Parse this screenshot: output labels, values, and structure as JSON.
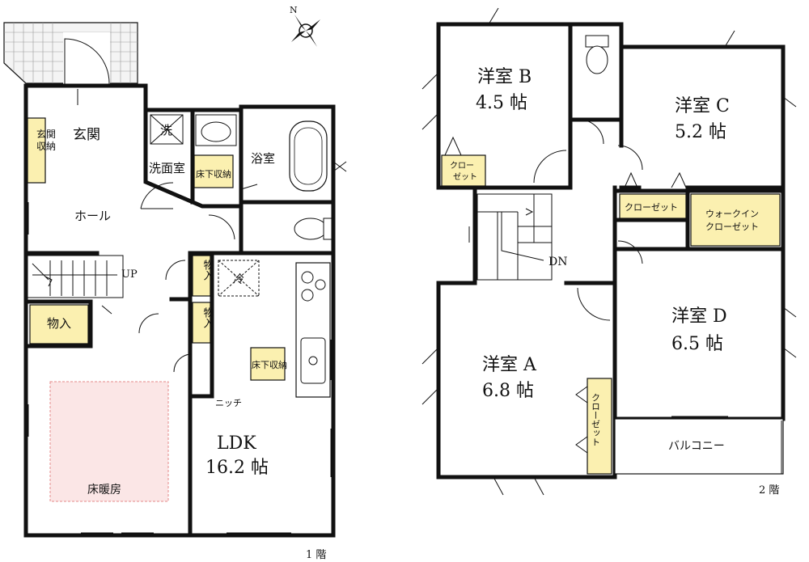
{
  "floor1": {
    "floor_label": "1 階",
    "rooms": {
      "genkan": "玄関",
      "genkan_storage": "玄関\n収納",
      "wash_icon": "洗",
      "senmenshitsu": "洗面室",
      "underfloor1": "床下収納",
      "yokushitsu": "浴室",
      "hall": "ホール",
      "up": "UP",
      "storage_left": "物入",
      "storage_mid1": "物入",
      "storage_mid2": "物入",
      "fridge": "冷",
      "underfloor2": "床下収納",
      "niche": "ニッチ",
      "ldk_name": "LDK",
      "ldk_size": "16.2 帖",
      "floor_heating": "床暖房"
    }
  },
  "floor2": {
    "floor_label": "2 階",
    "rooms": {
      "room_b_name": "洋室 B",
      "room_b_size": "4.5 帖",
      "closet_b": "クロー\nゼット",
      "room_c_name": "洋室 C",
      "room_c_size": "5.2 帖",
      "closet_c": "クローゼット",
      "walkin": "ウォークイン\nクローゼット",
      "dn": "DN",
      "room_a_name": "洋室 A",
      "room_a_size": "6.8 帖",
      "closet_a": "クローゼット",
      "room_d_name": "洋室 D",
      "room_d_size": "6.5 帖",
      "balcony": "バルコニー"
    }
  },
  "compass": {
    "north_label": "N"
  },
  "colors": {
    "storage_fill": "#fbf0b0",
    "heating_fill": "#fbe6e6",
    "heating_border": "#e58a8a",
    "wall": "#111111"
  }
}
